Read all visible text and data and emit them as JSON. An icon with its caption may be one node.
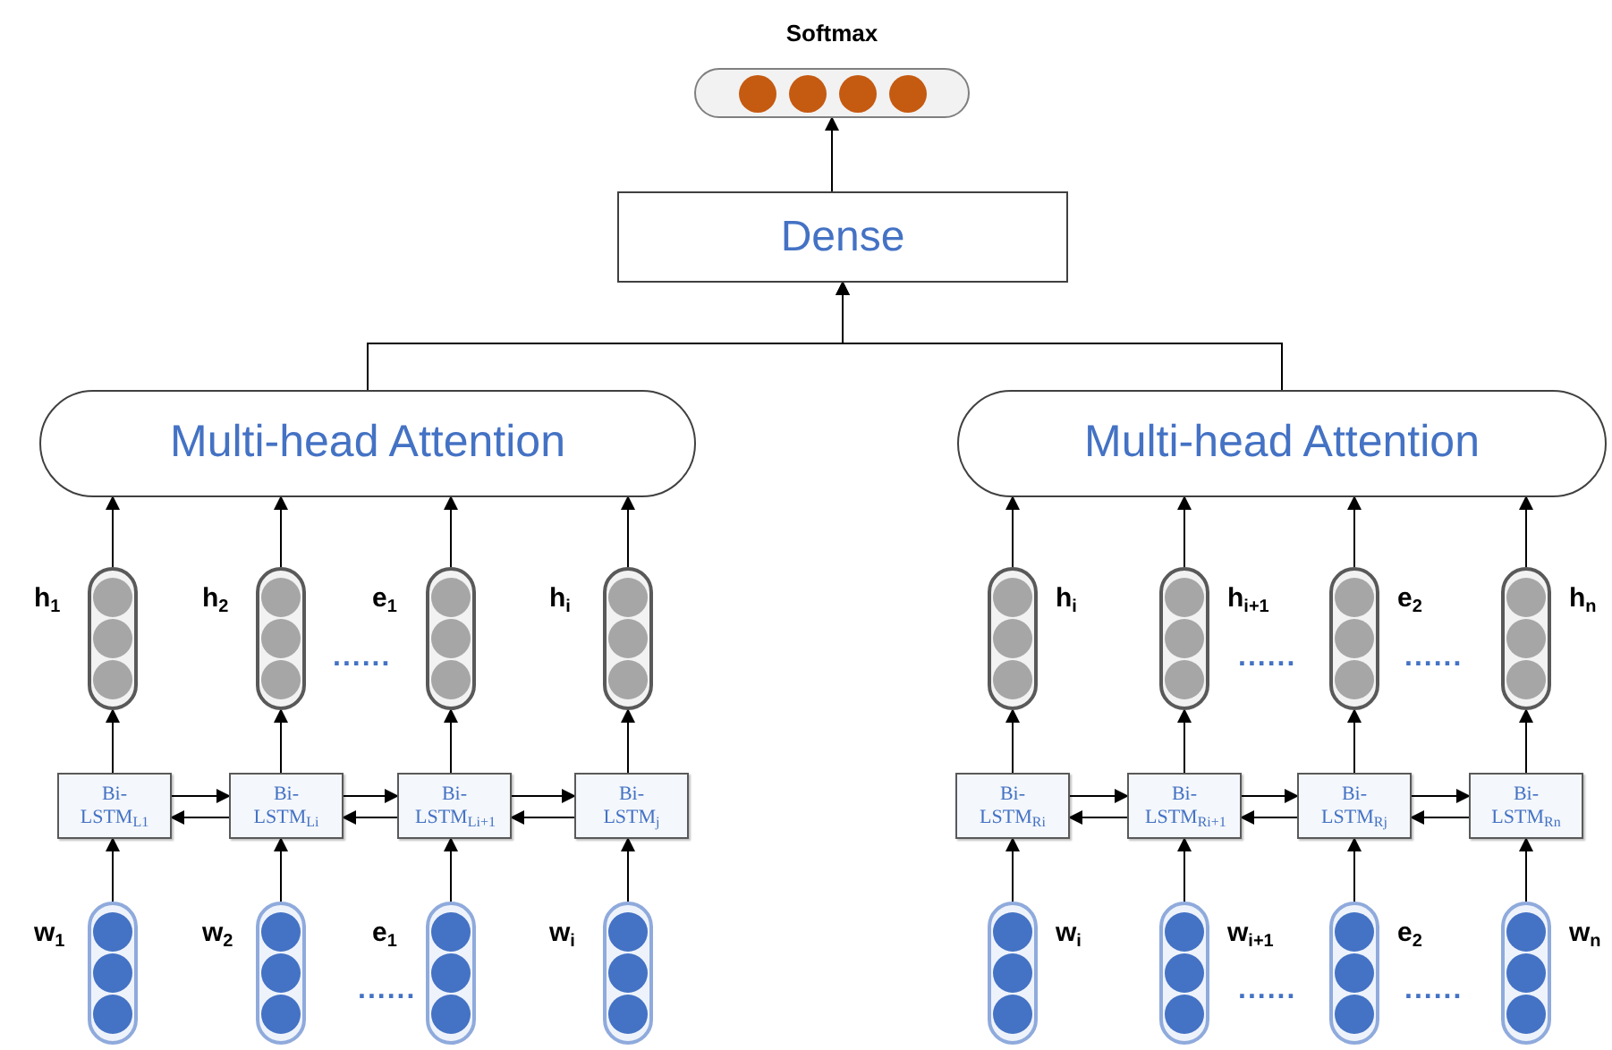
{
  "diagram": {
    "nodes": [
      {
        "text": [
          "Softmax"
        ]
      },
      {
        "text": [
          "Dense"
        ]
      },
      {
        "text": [
          "Multi-head Attention"
        ]
      },
      {
        "text": [
          "Multi-head Attention"
        ]
      },
      {
        "text": [],
        "shape": "bar",
        "beside": [
          "h$_{1}$"
        ]
      },
      {
        "text": [],
        "shape": "bar",
        "beside": [
          "h$_{2}$"
        ]
      },
      {
        "text": [],
        "shape": "bar",
        "beside": [
          "e$_{1}$"
        ]
      },
      {
        "text": [],
        "shape": "bar",
        "beside": [
          "h$_{i}$"
        ]
      },
      {
        "text": [
          "Bi- LSTM$_{L1}$"
        ]
      },
      {
        "text": [
          "Bi- LSTM$_{Li}$"
        ]
      },
      {
        "text": [
          "Bi- LSTM$_{Li+1}$"
        ]
      },
      {
        "text": [
          "Bi- LSTM$_{j}$"
        ]
      },
      {
        "text": [],
        "shape": "bar",
        "beside": [
          "w$_{1}$"
        ]
      },
      {
        "text": [],
        "shape": "bar",
        "beside": [
          "w$_{2}$"
        ]
      },
      {
        "text": [],
        "shape": "bar",
        "beside": [
          "e$_{1}$"
        ]
      },
      {
        "text": [],
        "shape": "bar",
        "beside": [
          "w$_{i}$"
        ]
      },
      {
        "text": [],
        "shape": "bar",
        "beside": [
          "h$_{i}$"
        ]
      },
      {
        "text": [],
        "shape": "bar",
        "beside": [
          "h$_{i+1}$"
        ]
      },
      {
        "text": [],
        "shape": "bar",
        "beside": [
          "e$_{2}$"
        ]
      },
      {
        "text": [],
        "shape": "bar",
        "beside": [
          "h$_{n}$"
        ]
      },
      {
        "text": [
          "Bi- LSTM$_{Ri}$"
        ]
      },
      {
        "text": [
          "Bi- LSTM$_{Ri+1}$"
        ]
      },
      {
        "text": [
          "Bi- LSTM$_{Rj}$"
        ]
      },
      {
        "text": [
          "Bi- LSTM$_{Rn}$"
        ]
      },
      {
        "text": [],
        "shape": "bar",
        "beside": [
          "w$_{i}$"
        ]
      },
      {
        "text": [],
        "shape": "bar",
        "beside": [
          "w$_{i+1}$"
        ]
      },
      {
        "text": [],
        "shape": "bar",
        "beside": [
          "e$_{2}$"
        ]
      },
      {
        "text": [],
        "shape": "bar",
        "beside": [
          "w$_{n}$"
        ]
      }
    ],
    "edges": [
      {
        "from": 1,
        "to": 0,
        "arrow": "to"
      },
      {
        "from": 2,
        "to": 1,
        "arrow": "to"
      },
      {
        "from": 3,
        "to": 1,
        "arrow": "to"
      },
      {
        "from": 4,
        "to": 2,
        "arrow": "to"
      },
      {
        "from": 5,
        "to": 2,
        "arrow": "to"
      },
      {
        "from": 6,
        "to": 2,
        "arrow": "to"
      },
      {
        "from": 7,
        "to": 2,
        "arrow": "to"
      },
      {
        "from": 16,
        "to": 3,
        "arrow": "to"
      },
      {
        "from": 17,
        "to": 3,
        "arrow": "to"
      },
      {
        "from": 18,
        "to": 3,
        "arrow": "to"
      },
      {
        "from": 19,
        "to": 3,
        "arrow": "to"
      },
      {
        "from": 8,
        "to": 4,
        "arrow": "to"
      },
      {
        "from": 9,
        "to": 5,
        "arrow": "to"
      },
      {
        "from": 10,
        "to": 6,
        "arrow": "to"
      },
      {
        "from": 11,
        "to": 7,
        "arrow": "to"
      },
      {
        "from": 20,
        "to": 16,
        "arrow": "to"
      },
      {
        "from": 21,
        "to": 17,
        "arrow": "to"
      },
      {
        "from": 22,
        "to": 18,
        "arrow": "to"
      },
      {
        "from": 23,
        "to": 19,
        "arrow": "to"
      },
      {
        "from": 12,
        "to": 8,
        "arrow": "to"
      },
      {
        "from": 13,
        "to": 9,
        "arrow": "to"
      },
      {
        "from": 14,
        "to": 10,
        "arrow": "to"
      },
      {
        "from": 15,
        "to": 11,
        "arrow": "to"
      },
      {
        "from": 24,
        "to": 20,
        "arrow": "to"
      },
      {
        "from": 25,
        "to": 21,
        "arrow": "to"
      },
      {
        "from": 26,
        "to": 22,
        "arrow": "to"
      },
      {
        "from": 27,
        "to": 23,
        "arrow": "to"
      },
      {
        "from": 8,
        "to": 9,
        "arrow": "to"
      },
      {
        "from": 9,
        "to": 8,
        "arrow": "to"
      },
      {
        "from": 9,
        "to": 10,
        "arrow": "to"
      },
      {
        "from": 10,
        "to": 9,
        "arrow": "to"
      },
      {
        "from": 10,
        "to": 11,
        "arrow": "to"
      },
      {
        "from": 11,
        "to": 10,
        "arrow": "to"
      },
      {
        "from": 20,
        "to": 21,
        "arrow": "to"
      },
      {
        "from": 21,
        "to": 20,
        "arrow": "to"
      },
      {
        "from": 21,
        "to": 22,
        "arrow": "to"
      },
      {
        "from": 22,
        "to": 21,
        "arrow": "to"
      },
      {
        "from": 22,
        "to": 23,
        "arrow": "to"
      },
      {
        "from": 23,
        "to": 22,
        "arrow": "to"
      }
    ],
    "labels": [
      "......",
      "......",
      "......",
      "......",
      "......",
      "......"
    ]
  }
}
